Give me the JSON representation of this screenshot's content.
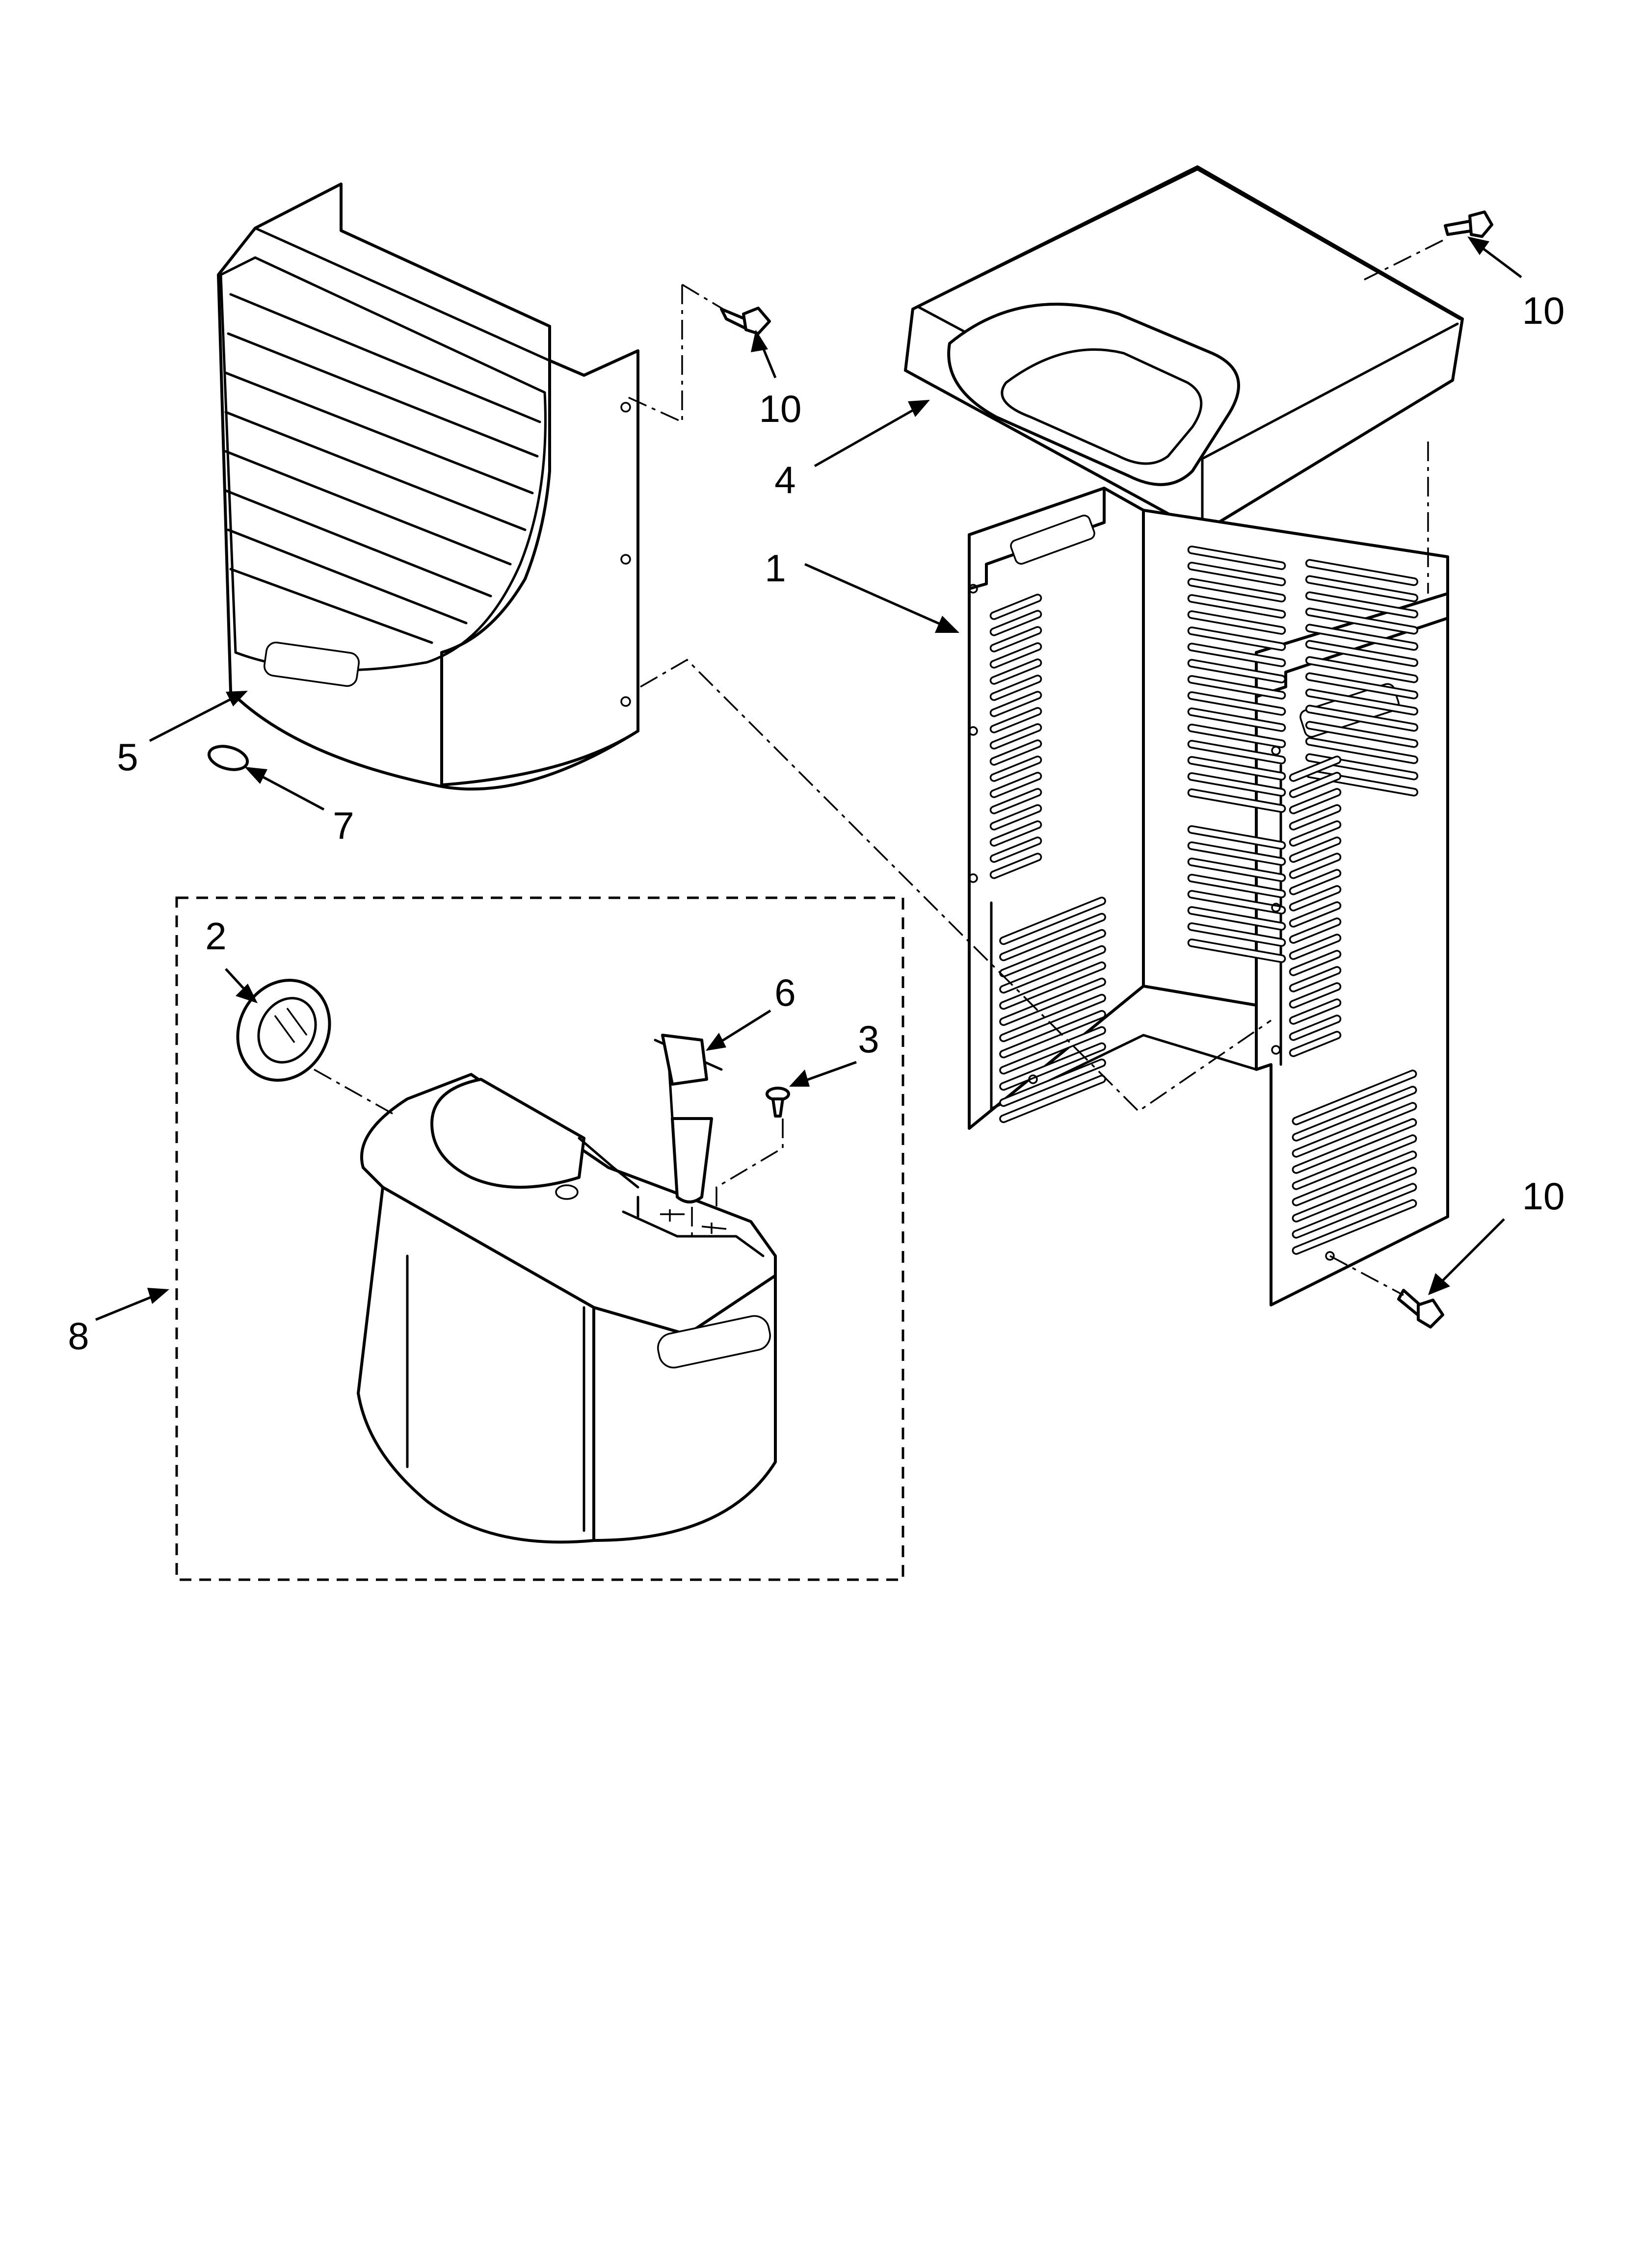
{
  "figure": {
    "callouts": [
      {
        "id": "1",
        "label": "1"
      },
      {
        "id": "2",
        "label": "2"
      },
      {
        "id": "3",
        "label": "3"
      },
      {
        "id": "4",
        "label": "4"
      },
      {
        "id": "5",
        "label": "5"
      },
      {
        "id": "6",
        "label": "6"
      },
      {
        "id": "7",
        "label": "7"
      },
      {
        "id": "8",
        "label": "8"
      },
      {
        "id": "10a",
        "label": "10"
      },
      {
        "id": "10b",
        "label": "10"
      },
      {
        "id": "10c",
        "label": "10"
      }
    ]
  }
}
